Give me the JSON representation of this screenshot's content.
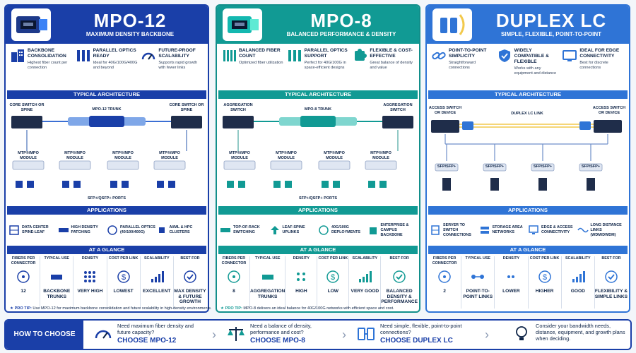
{
  "columns": [
    {
      "title": "MPO-12",
      "subtitle": "MAXIMUM DENSITY BACKBONE",
      "features": [
        {
          "title": "BACKBONE CONSOLIDATION",
          "desc": "Highest fiber count per connection"
        },
        {
          "title": "PARALLEL OPTICS READY",
          "desc": "Ideal for 40G/100G/400G and beyond"
        },
        {
          "title": "FUTURE-PROOF SCALABILITY",
          "desc": "Supports rapid growth with fewer links"
        }
      ],
      "arch_title": "TYPICAL ARCHITECTURE",
      "arch": {
        "left": "CORE SWITCH OR SPINE",
        "trunk": "MPO-12 TRUNK",
        "right": "CORE SWITCH OR SPINE",
        "module": "MTP®/MPO MODULE",
        "ports": "SFP+/QSFP+ PORTS"
      },
      "apps_title": "APPLICATIONS",
      "apps": [
        "DATA CENTER SPINE-LEAF",
        "HIGH DENSITY PATCHING",
        "PARALLEL OPTICS (40/100/400G)",
        "AI/ML & HPC CLUSTERS"
      ],
      "glance_title": "AT A GLANCE",
      "glance": [
        {
          "h": "FIBERS PER CONNECTOR",
          "v": "12"
        },
        {
          "h": "TYPICAL USE",
          "v": "BACKBONE TRUNKS"
        },
        {
          "h": "DENSITY",
          "v": "VERY HIGH"
        },
        {
          "h": "COST PER LINK",
          "v": "LOWEST"
        },
        {
          "h": "SCALABILITY",
          "v": "EXCELLENT"
        },
        {
          "h": "BEST FOR",
          "v": "MAX DENSITY & FUTURE GROWTH"
        }
      ],
      "tip_label": "PRO TIP:",
      "tip": "Use MPO-12 for maximum backbone consolidation and future scalability in high-density environments."
    },
    {
      "title": "MPO-8",
      "subtitle": "BALANCED PERFORMANCE & DENSITY",
      "features": [
        {
          "title": "BALANCED FIBER COUNT",
          "desc": "Optimized fiber utilization"
        },
        {
          "title": "PARALLEL OPTICS SUPPORT",
          "desc": "Perfect for 40G/100G in space-efficient designs"
        },
        {
          "title": "FLEXIBLE & COST-EFFECTIVE",
          "desc": "Great balance of density and value"
        }
      ],
      "arch_title": "TYPICAL ARCHITECTURE",
      "arch": {
        "left": "AGGREGATION SWITCH",
        "trunk": "MPO-8 TRUNK",
        "right": "AGGREGATION SWITCH",
        "module": "MTP®/MPO MODULE",
        "ports": "SFP+/QSFP+ PORTS"
      },
      "apps_title": "APPLICATIONS",
      "apps": [
        "TOP-OF-RACK SWITCHING",
        "LEAF-SPINE UPLINKS",
        "40G/100G DEPLOYMENTS",
        "ENTERPRISE & CAMPUS BACKBONE"
      ],
      "glance_title": "AT A GLANCE",
      "glance": [
        {
          "h": "FIBERS PER CONNECTOR",
          "v": "8"
        },
        {
          "h": "TYPICAL USE",
          "v": "AGGREGATION TRUNKS"
        },
        {
          "h": "DENSITY",
          "v": "HIGH"
        },
        {
          "h": "COST PER LINK",
          "v": "LOW"
        },
        {
          "h": "SCALABILITY",
          "v": "VERY GOOD"
        },
        {
          "h": "BEST FOR",
          "v": "BALANCED DENSITY & PERFORMANCE"
        }
      ],
      "tip_label": "PRO TIP:",
      "tip": "MPO-8 delivers an ideal balance for 40G/100G networks with efficient space and cost."
    },
    {
      "title": "DUPLEX LC",
      "subtitle": "SIMPLE, FLEXIBLE, POINT-TO-POINT",
      "features": [
        {
          "title": "POINT-TO-POINT SIMPLICITY",
          "desc": "Straightforward connections"
        },
        {
          "title": "WIDELY COMPATIBLE & FLEXIBLE",
          "desc": "Works with any equipment and distance"
        },
        {
          "title": "IDEAL FOR EDGE CONNECTIVITY",
          "desc": "Best for discrete connections"
        }
      ],
      "arch_title": "TYPICAL ARCHITECTURE",
      "arch": {
        "left": "ACCESS SWITCH OR DEVICE",
        "trunk": "DUPLEX LC LINK",
        "right": "ACCESS SWITCH OR DEVICE",
        "module": "SFP/SFP+",
        "ports": ""
      },
      "apps_title": "APPLICATIONS",
      "apps": [
        "SERVER TO SWITCH CONNECTIONS",
        "STORAGE AREA NETWORKS",
        "EDGE & ACCESS CONNECTIVITY",
        "LONG DISTANCE LINKS (WDM/DWDM)"
      ],
      "glance_title": "AT A GLANCE",
      "glance": [
        {
          "h": "FIBERS PER CONNECTOR",
          "v": "2"
        },
        {
          "h": "TYPICAL USE",
          "v": "POINT-TO-POINT LINKS"
        },
        {
          "h": "DENSITY",
          "v": "LOWER"
        },
        {
          "h": "COST PER LINK",
          "v": "HIGHER"
        },
        {
          "h": "SCALABILITY",
          "v": "GOOD"
        },
        {
          "h": "BEST FOR",
          "v": "FLEXIBILITY & SIMPLE LINKS"
        }
      ],
      "tip_label": "",
      "tip": ""
    }
  ],
  "bottom": {
    "how": "HOW TO CHOOSE",
    "choices": [
      {
        "q": "Need maximum fiber density and future capacity?",
        "a": "CHOOSE MPO-12"
      },
      {
        "q": "Need a balance of density, performance and cost?",
        "a": "CHOOSE MPO-8"
      },
      {
        "q": "Need simple, flexible, point-to-point connections?",
        "a": "CHOOSE DUPLEX LC"
      }
    ],
    "final": "Consider your bandwidth needs, distance, equipment, and growth plans when deciding."
  },
  "colors": {
    "mpo12": "#1a3fa8",
    "mpo8": "#119a94",
    "lc": "#2f74d6",
    "dark": "#0d2346"
  }
}
